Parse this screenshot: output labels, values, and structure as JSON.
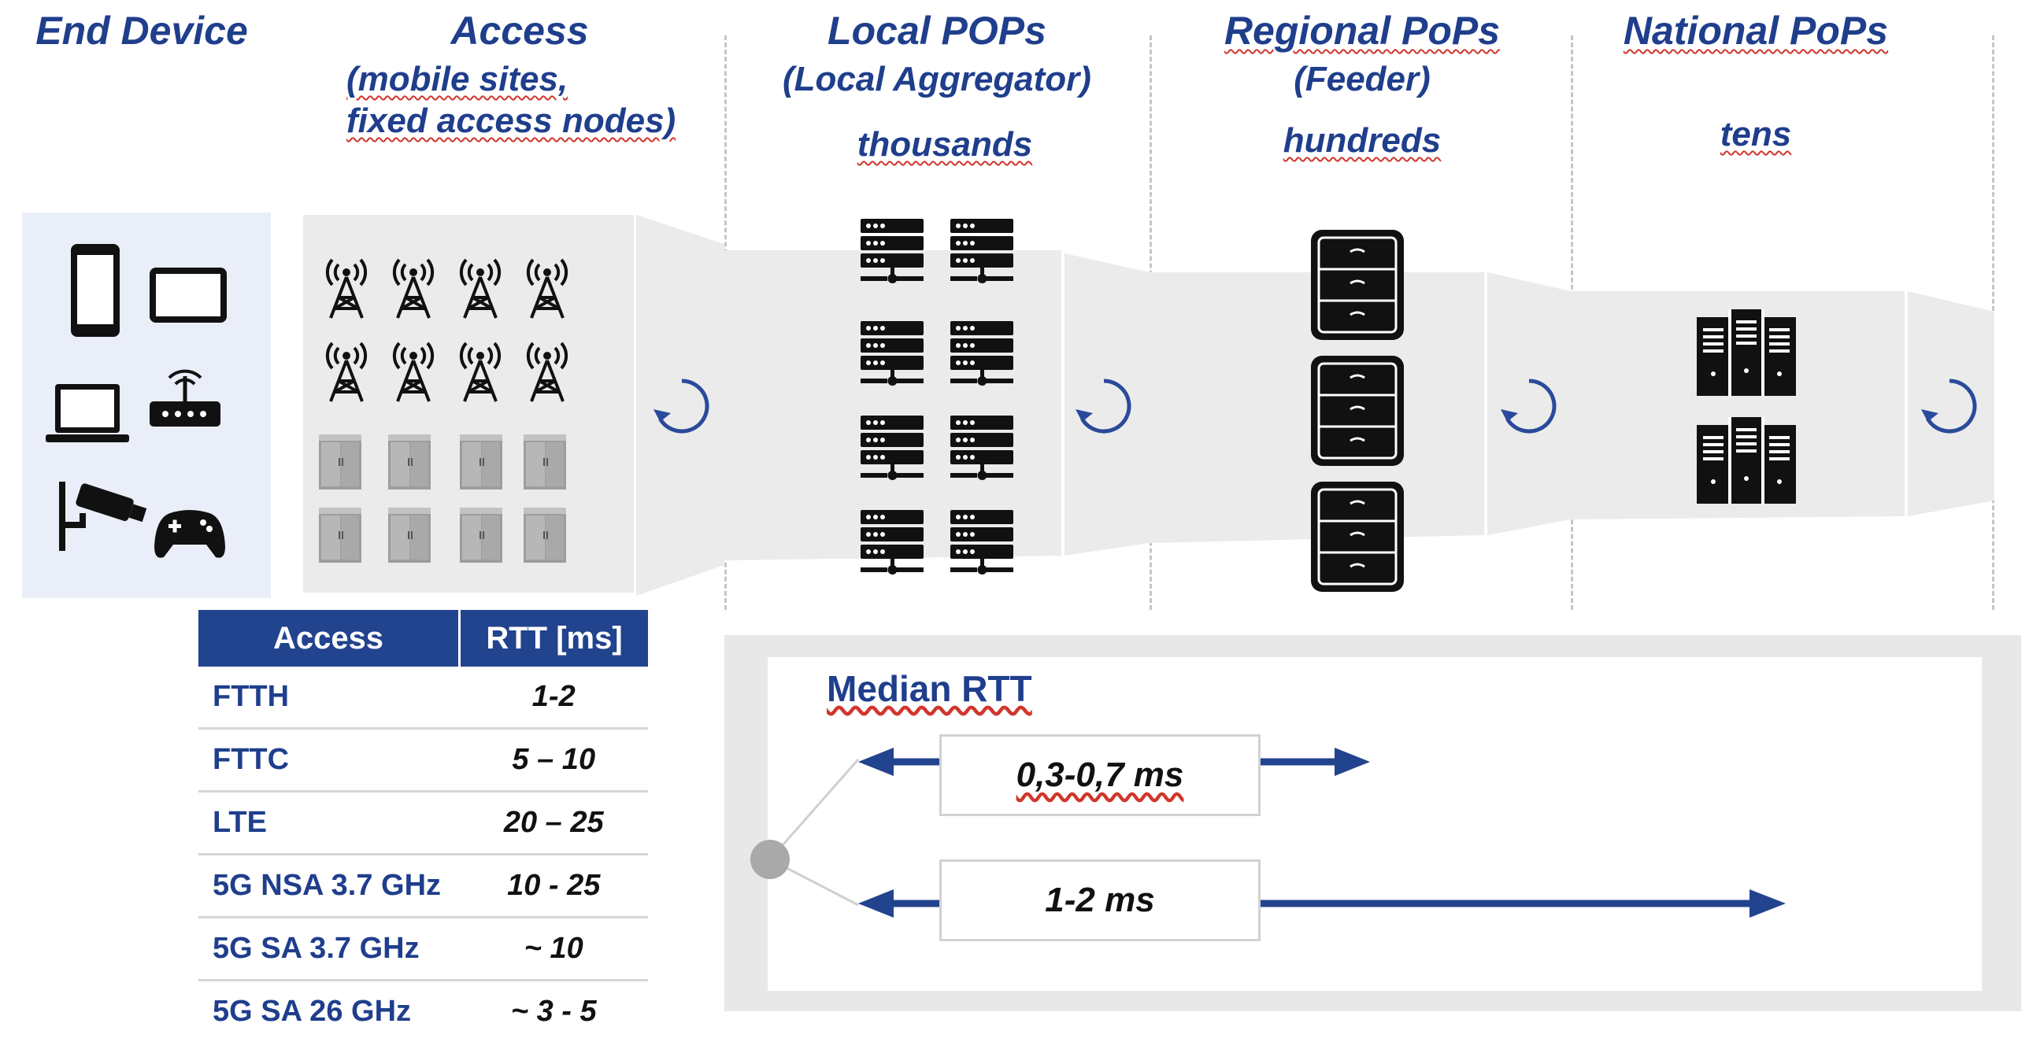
{
  "headers": {
    "end_device": "End Device",
    "access": "Access",
    "access_sub1": "(mobile sites,",
    "access_sub2": "fixed access nodes)",
    "local": "Local POPs",
    "local_sub": "(Local Aggregator)",
    "local_count": "thousands",
    "regional": "Regional PoPs",
    "regional_sub": "(Feeder)",
    "regional_count": "hundreds",
    "national": "National PoPs",
    "national_count": "tens"
  },
  "table": {
    "col_access": "Access",
    "col_rtt": "RTT [ms]",
    "rows": [
      {
        "access": "FTTH",
        "rtt": "1-2"
      },
      {
        "access": "FTTC",
        "rtt": "5 – 10"
      },
      {
        "access": "LTE",
        "rtt": "20 – 25"
      },
      {
        "access": "5G NSA 3.7 GHz",
        "rtt": "10 - 25"
      },
      {
        "access": "5G SA 3.7 GHz",
        "rtt": "~ 10"
      },
      {
        "access": "5G SA 26 GHz",
        "rtt": "~ 3 - 5"
      }
    ]
  },
  "median": {
    "title": "Median RTT",
    "box1": "0,3-0,7 ms",
    "box2": "1-2 ms"
  },
  "colors": {
    "brand_blue": "#1f3e8c",
    "table_header": "#22438e",
    "panel_gray": "#e8e8e8",
    "band_gray": "#ebebeb",
    "end_device_bg": "#e9eef8"
  }
}
